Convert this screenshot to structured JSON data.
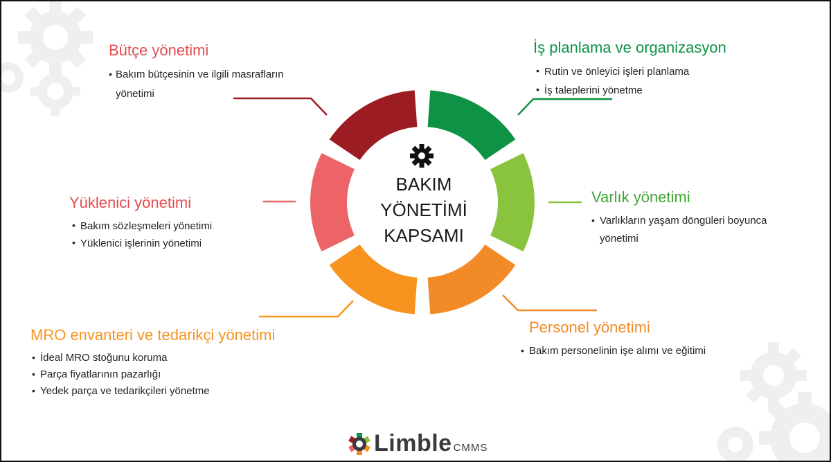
{
  "colors": {
    "darkred": "#9b1c22",
    "salmon": "#ec6467",
    "darkgreen": "#0d9246",
    "lightgreen": "#8ac43f",
    "orange": "#f7931e",
    "darkorange": "#f28a27"
  },
  "center": {
    "line1": "BAKIM",
    "line2": "YÖNETİMİ",
    "line3": "KAPSAMI",
    "icon": "gear-icon"
  },
  "segments": [
    {
      "title": "Bütçe yönetimi",
      "color": "#9b1c22",
      "items": [
        "Bakım bütçesinin ve ilgili masrafların yönetimi"
      ]
    },
    {
      "title": "İş planlama ve organizasyon",
      "color": "#0d9246",
      "items": [
        "Rutin ve önleyici işleri planlama",
        "İş taleplerini yönetme"
      ]
    },
    {
      "title": "Varlık yönetimi",
      "color": "#8ac43f",
      "items": [
        "Varlıkların yaşam döngüleri boyunca yönetimi"
      ]
    },
    {
      "title": "Personel yönetimi",
      "color": "#f28a27",
      "items": [
        "Bakım personelinin işe alımı ve eğitimi"
      ]
    },
    {
      "title": "MRO envanteri ve tedarikçi yönetimi",
      "color": "#f7931e",
      "items": [
        "İdeal MRO stoğunu koruma",
        "Parça fiyatlarının pazarlığı",
        "Yedek parça ve tedarikçileri yönetme"
      ]
    },
    {
      "title": "Yüklenici yönetimi",
      "color": "#ec6467",
      "items": [
        "Bakım sözleşmeleri yönetimi",
        "Yüklenici işlerinin yönetimi"
      ]
    }
  ],
  "logo": {
    "word": "Limble",
    "sub": "CMMS",
    "icon": "limble-logo-icon"
  }
}
